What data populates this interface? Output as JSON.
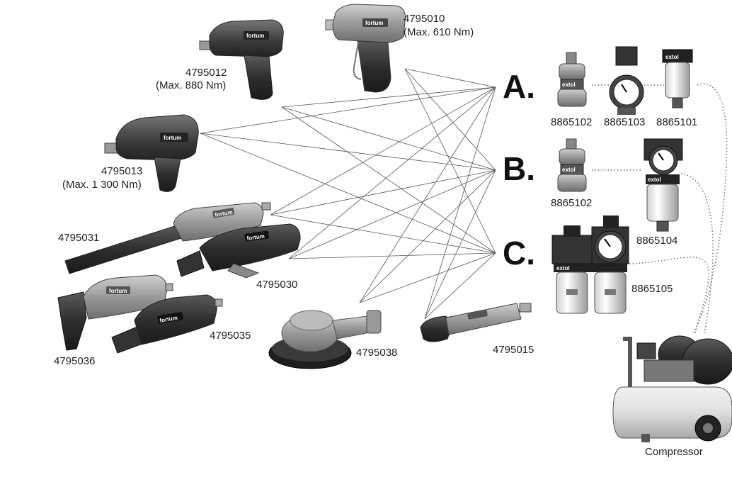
{
  "tools": {
    "t4795010": {
      "code": "4795010",
      "torque": "(Max. 610 Nm)"
    },
    "t4795012": {
      "code": "4795012",
      "torque": "(Max. 880 Nm)"
    },
    "t4795013": {
      "code": "4795013",
      "torque": "(Max. 1 300 Nm)"
    },
    "t4795031": {
      "code": "4795031"
    },
    "t4795030": {
      "code": "4795030"
    },
    "t4795036": {
      "code": "4795036"
    },
    "t4795035": {
      "code": "4795035"
    },
    "t4795038": {
      "code": "4795038"
    },
    "t4795015": {
      "code": "4795015"
    }
  },
  "options": {
    "a": {
      "letter": "A.",
      "parts": [
        "8865102",
        "8865103",
        "8865101"
      ]
    },
    "b": {
      "letter": "B.",
      "parts": [
        "8865102",
        "8865104"
      ]
    },
    "c": {
      "letter": "C.",
      "parts": [
        "8865105"
      ]
    }
  },
  "brand": {
    "tool_logo": "fortum",
    "unit_logo": "extol"
  },
  "compressor": {
    "label": "Compressor"
  }
}
